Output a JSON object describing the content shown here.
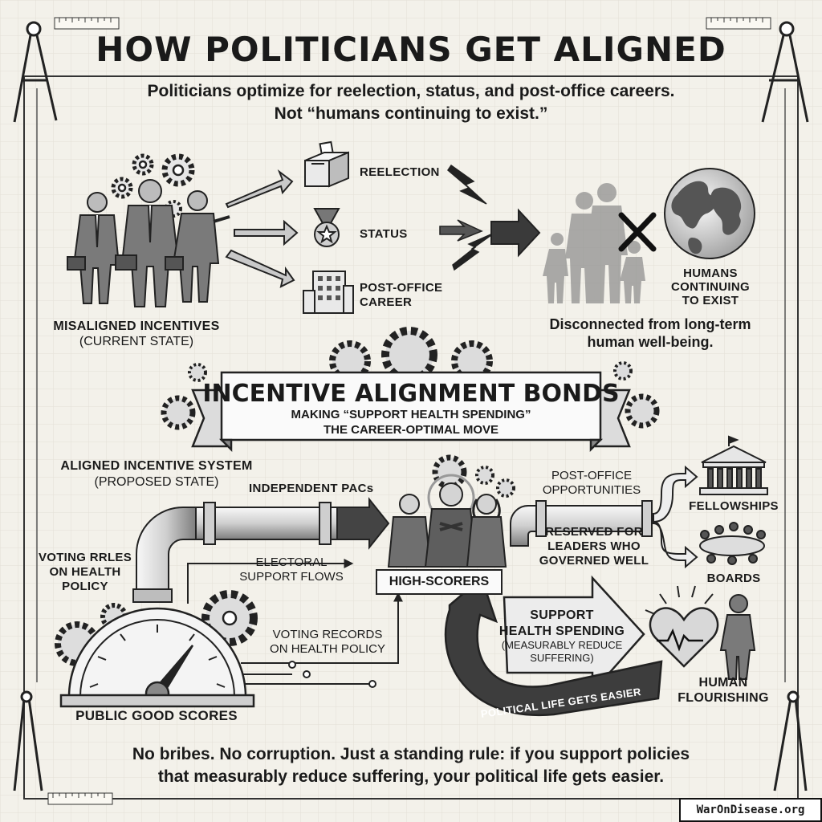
{
  "header": {
    "title": "HOW POLITICIANS GET ALIGNED",
    "subtitle_line1": "Politicians optimize for reelection, status, and post-office careers.",
    "subtitle_line2": "Not “humans continuing to exist.”"
  },
  "current_state": {
    "label_line1": "MISALIGNED INCENTIVES",
    "label_line2": "(CURRENT STATE)",
    "targets": {
      "reelection": "REELECTION",
      "status": "STATUS",
      "career_line1": "POST-OFFICE",
      "career_line2": "CAREER"
    },
    "humans_line1": "HUMANS",
    "humans_line2": "CONTINUING",
    "humans_line3": "TO EXIST",
    "disconnect_line1": "Disconnected from long-term",
    "disconnect_line2": "human well-being."
  },
  "banner": {
    "title": "INCENTIVE ALIGNMENT BONDS",
    "sub_line1": "MAKING “SUPPORT HEALTH SPENDING”",
    "sub_line2": "THE CAREER-OPTIMAL MOVE"
  },
  "proposed_state": {
    "label_line1": "ALIGNED INCENTIVE SYSTEM",
    "label_line2": "(PROPOSED STATE)",
    "independent_pacs": "INDEPENDENT PACs",
    "voting_rules_line1": "VOTING RRLES",
    "voting_rules_line2": "ON HEALTH",
    "voting_rules_line3": "POLICY",
    "electoral_line1": "ELECTORAL",
    "electoral_line2": "SUPPORT FLOWS",
    "voting_records_line1": "VOTING RECORDS",
    "voting_records_line2": "ON HEALTH POLICY",
    "public_good_scores": "PUBLIC GOOD SCORES",
    "high_scorers": "HIGH-SCORERS",
    "post_office_line1": "POST-OFFICE",
    "post_office_line2": "OPPORTUNITIES",
    "fellowships": "FELLOWSHIPS",
    "boards": "BOARDS",
    "reserved_line1": "RESERVED FOR",
    "reserved_line2": "LEADERS WHO",
    "reserved_line3": "GOVERNED WELL",
    "support_line1": "SUPPORT",
    "support_line2": "HEALTH SPENDING",
    "support_line3": "(MEASURABLY REDUCE",
    "support_line4": "SUFFERING)",
    "political_life": "POLITICAL LIFE GETS EASIER",
    "flourish_line1": "HUMAN",
    "flourish_line2": "FLOURISHING"
  },
  "footer": {
    "line1": "No bribes. No corruption. Just a standing rule: if you support policies",
    "line2": "that measurably reduce suffering, your political life gets easier.",
    "watermark": "WarOnDisease.org"
  }
}
